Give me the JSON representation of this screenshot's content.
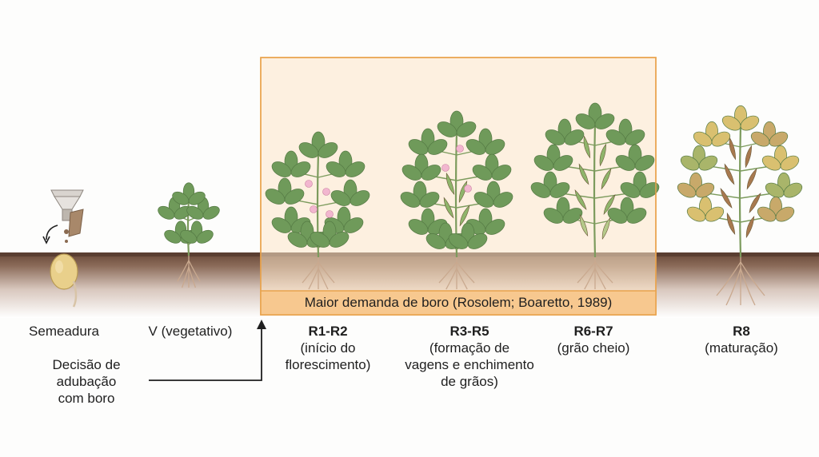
{
  "demand_label": "Maior demanda de boro (Rosolem; Boaretto, 1989)",
  "stages": [
    {
      "id": "semeadura",
      "code": "Semeadura",
      "desc": ""
    },
    {
      "id": "vegetativo",
      "code": "V (vegetativo)",
      "desc": ""
    },
    {
      "id": "r1r2",
      "code": "R1-R2",
      "desc": "(início do\nflorescimento)"
    },
    {
      "id": "r3r5",
      "code": "R3-R5",
      "desc": "(formação de\nvagens e enchimento\nde grãos)"
    },
    {
      "id": "r6r7",
      "code": "R6-R7",
      "desc": "(grão cheio)"
    },
    {
      "id": "r8",
      "code": "R8",
      "desc": "(maturação)"
    }
  ],
  "decision_label": "Decisão de\nadubação\ncom boro",
  "colors": {
    "highlight_fill": "#fde6c8",
    "highlight_border": "#e9a34d",
    "demand_bar": "#f7c88f",
    "soil_top": "#6b4b3b",
    "soil_fade": "#ffffff",
    "leaf_green": "#6f9a5a",
    "leaf_light": "#9cbf86",
    "leaf_yellow": "#d9c070",
    "leaf_mature": "#c8a96a",
    "pod_green": "#8fb56b",
    "pod_brown": "#a8794f",
    "flower_pink": "#f2b6cf",
    "root": "#c9a98f",
    "arrow": "#1f1f1f"
  },
  "icons": [
    "seed-drill-icon",
    "seed-icon",
    "soybean-plant-icon",
    "arrow-icon"
  ]
}
